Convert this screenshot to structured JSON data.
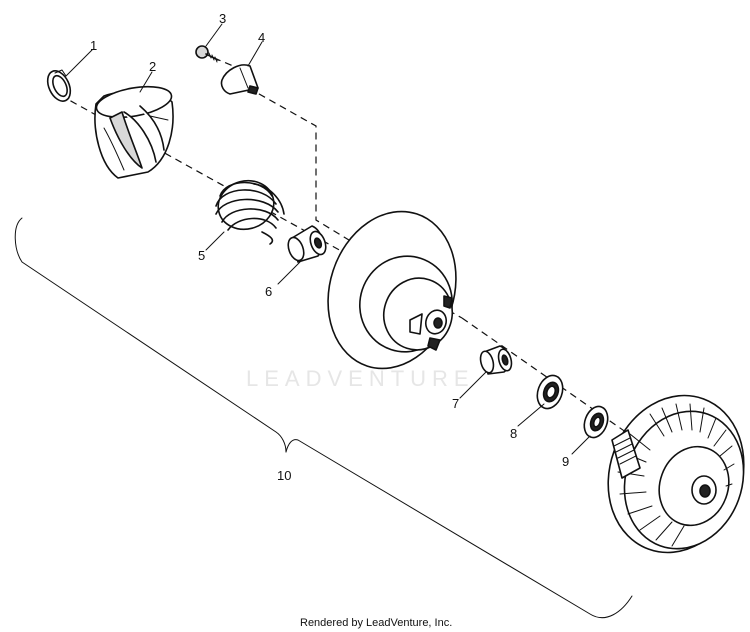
{
  "diagram": {
    "watermark": "LEADVENTURE",
    "footer": "Rendered by LeadVenture, Inc.",
    "callouts": [
      {
        "id": "1",
        "label": "1"
      },
      {
        "id": "2",
        "label": "2"
      },
      {
        "id": "3",
        "label": "3"
      },
      {
        "id": "4",
        "label": "4"
      },
      {
        "id": "5",
        "label": "5"
      },
      {
        "id": "6",
        "label": "6"
      },
      {
        "id": "7",
        "label": "7"
      },
      {
        "id": "8",
        "label": "8"
      },
      {
        "id": "9",
        "label": "9"
      },
      {
        "id": "10",
        "label": "10"
      }
    ]
  }
}
